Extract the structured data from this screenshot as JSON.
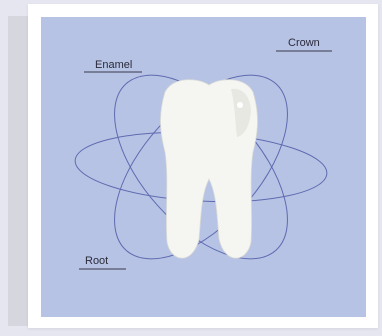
{
  "labels": {
    "crown": "Crown",
    "enamel": "Enamel",
    "root": "Root"
  },
  "colors": {
    "page_background": "#e6e6f0",
    "panel_background": "#b6c3e4",
    "orbit_stroke": "#5f6ab0",
    "tooth_fill": "#f5f5f2",
    "leader_line": "#3a3a4a"
  },
  "icons": [
    "tooth-icon"
  ]
}
